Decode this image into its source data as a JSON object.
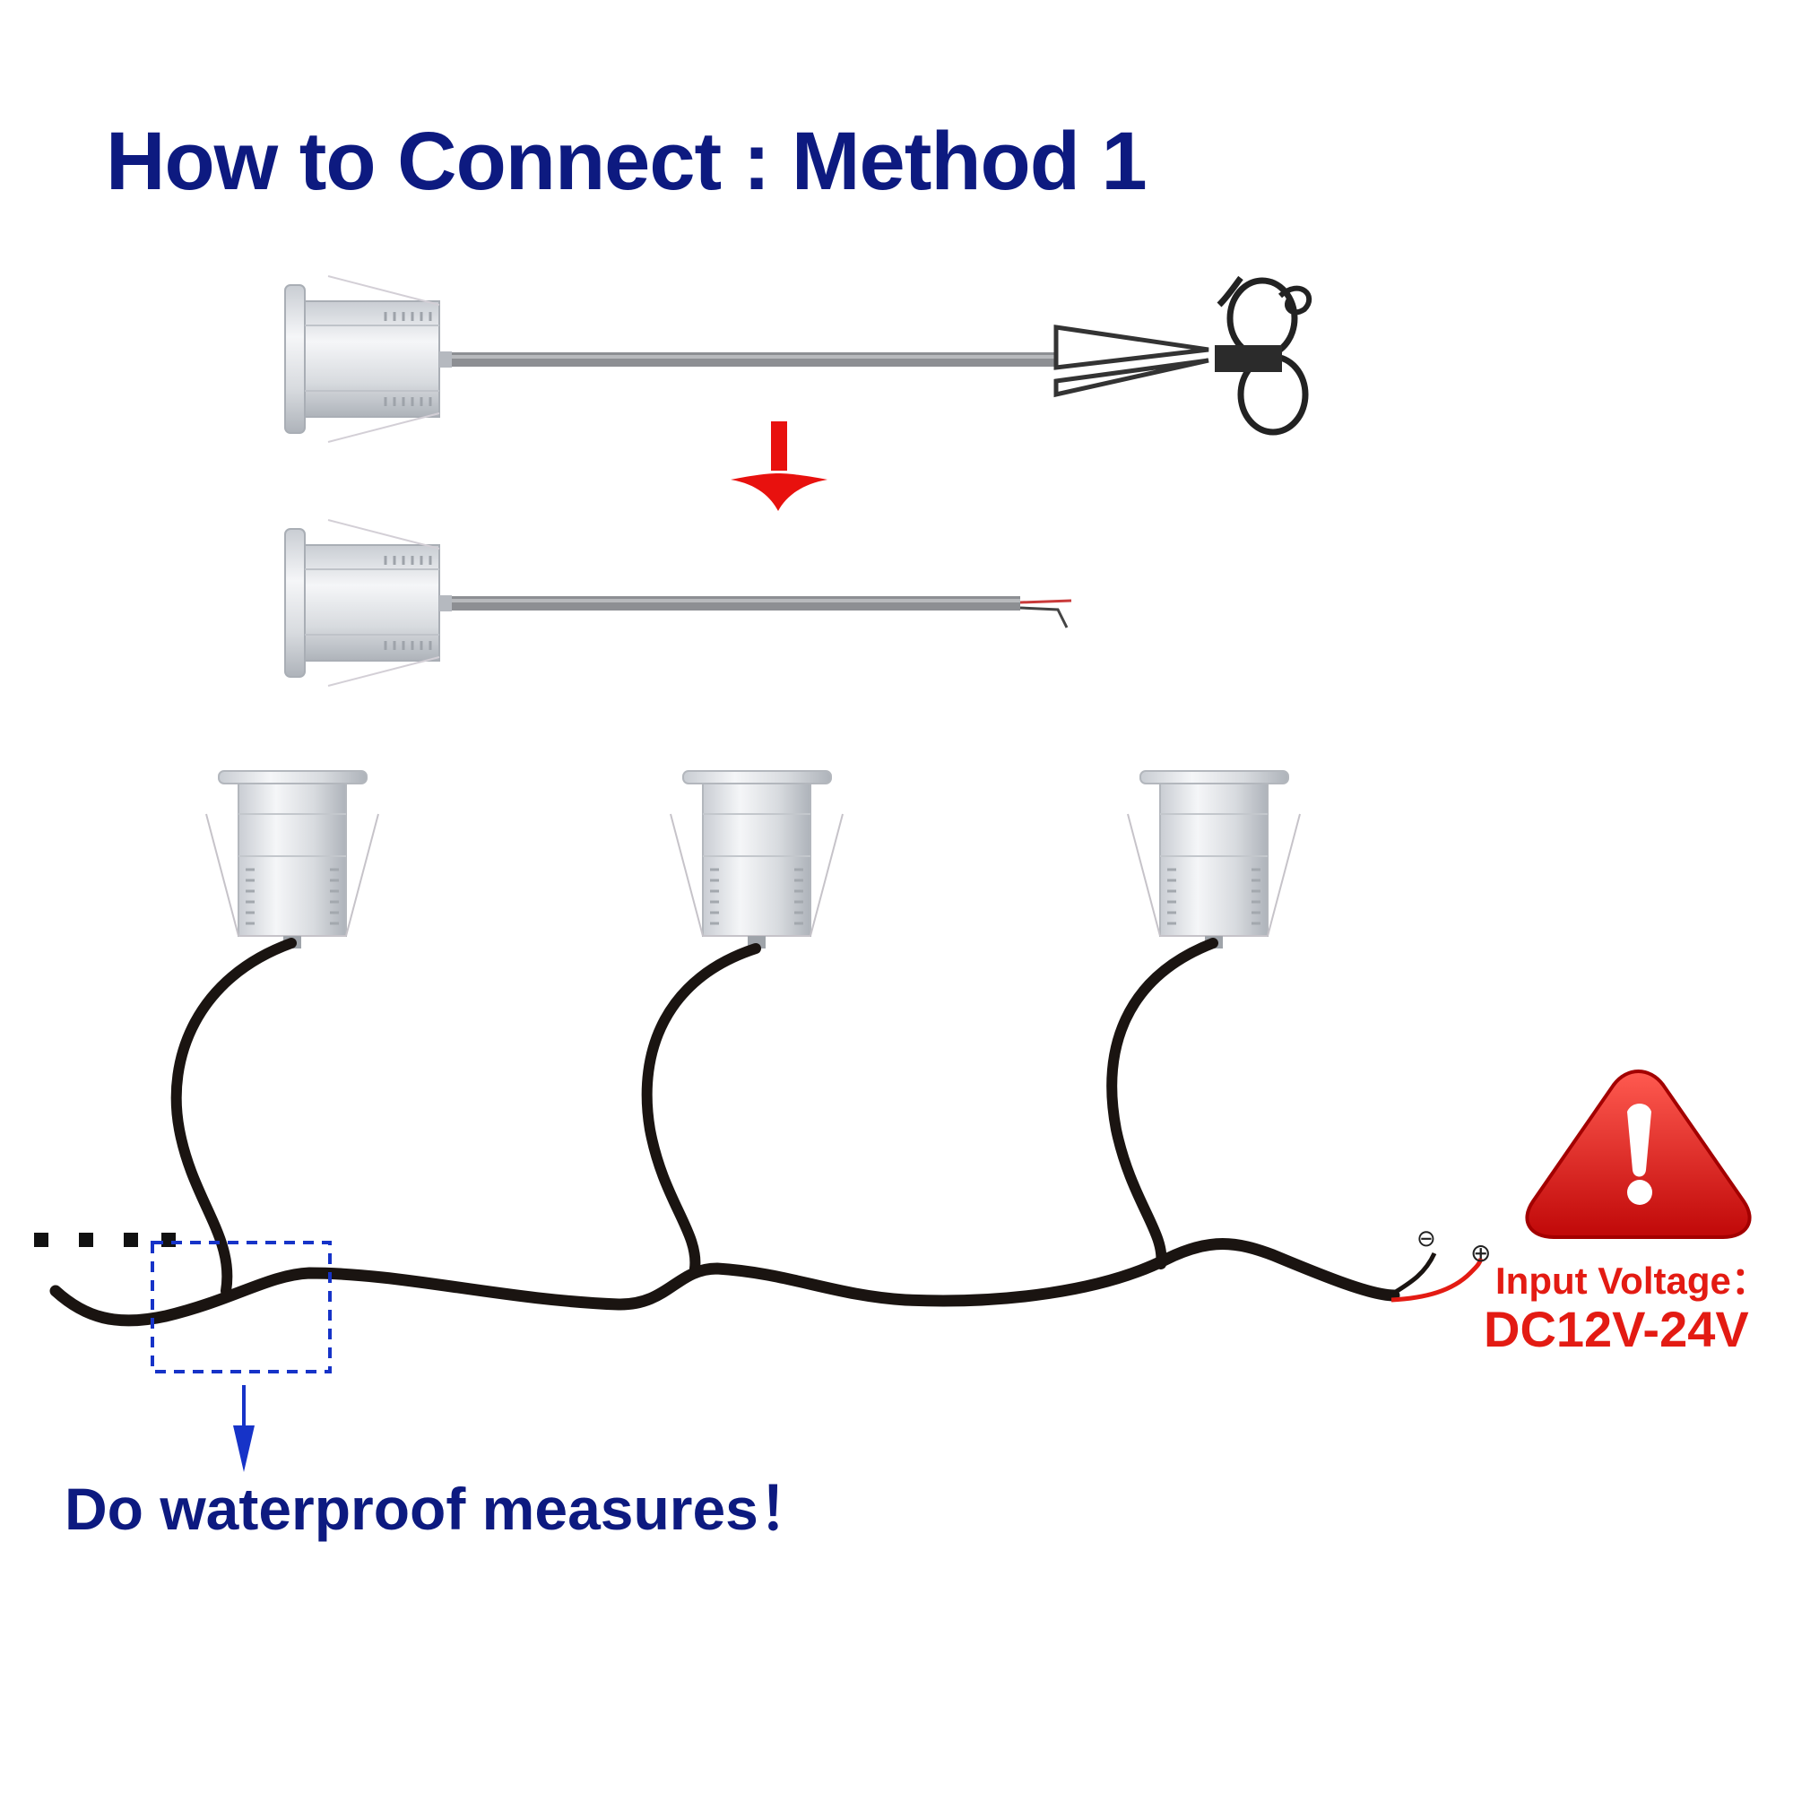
{
  "title": "How to Connect : Method 1",
  "note": "Do waterproof measures！",
  "voltage": {
    "label": "Input Voltage：",
    "value": "DC12V-24V",
    "minus_symbol": "⊖",
    "plus_symbol": "⊕"
  },
  "icons": [
    "scissors-icon",
    "down-arrow-icon",
    "warning-icon",
    "downlight-icon"
  ],
  "colors": {
    "title": "#0d1a80",
    "note": "#0d1a80",
    "voltage": "#e31b13",
    "arrow_red": "#e8110e",
    "arrow_blue": "#1633c8",
    "cable": "#1a1411",
    "warning": "#d80f0f"
  }
}
